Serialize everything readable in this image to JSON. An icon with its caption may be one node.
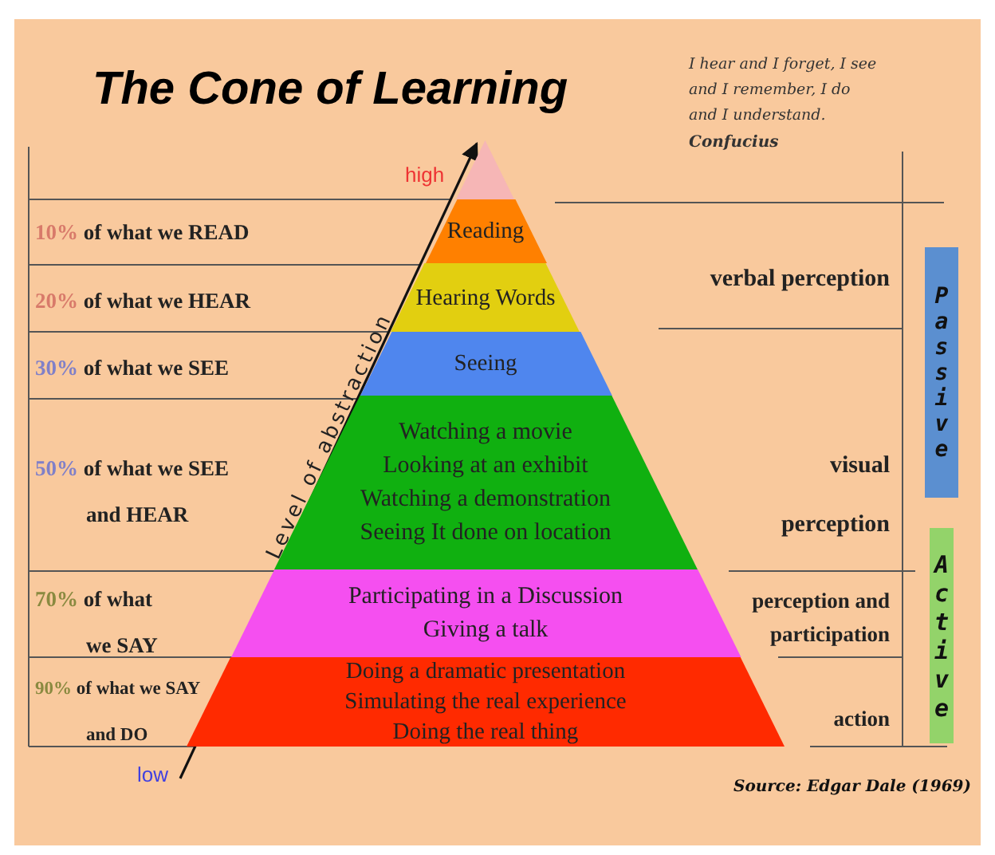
{
  "diagram": {
    "title": "The Cone of Learning",
    "nodes": [
      {
        "text": [],
        "shape": "triangle"
      },
      {
        "text": [
          "Reading"
        ]
      },
      {
        "text": [
          "Hearing  Words"
        ]
      },
      {
        "text": [
          "Seeing"
        ]
      },
      {
        "text": [
          "Watching a movie",
          "Looking at an exhibit",
          "Watching a demonstration",
          "Seeing It done on location"
        ]
      },
      {
        "text": [
          "Participating in a Discussion",
          "Giving  a talk"
        ]
      },
      {
        "text": [
          "Doing a dramatic presentation",
          "Simulating the real experience",
          "Doing the real thing"
        ]
      },
      {
        "text": [
          "Passive"
        ]
      },
      {
        "text": [
          "Active"
        ]
      }
    ],
    "edges": [],
    "labels": [
      "I hear and I forget, I see and I remember, I do and I understand.",
      "Confucius",
      "high",
      "10% of what we READ",
      "20% of what we HEAR",
      "verbal perception",
      "30% of what we SEE",
      "Level of abstraction",
      "50% of what we SEE and HEAR",
      "visual perception",
      "70% of what we SAY",
      "perception and participation",
      "90% of what we SAY and DO",
      "action",
      "low",
      "Source: Edgar Dale (1969)"
    ]
  }
}
